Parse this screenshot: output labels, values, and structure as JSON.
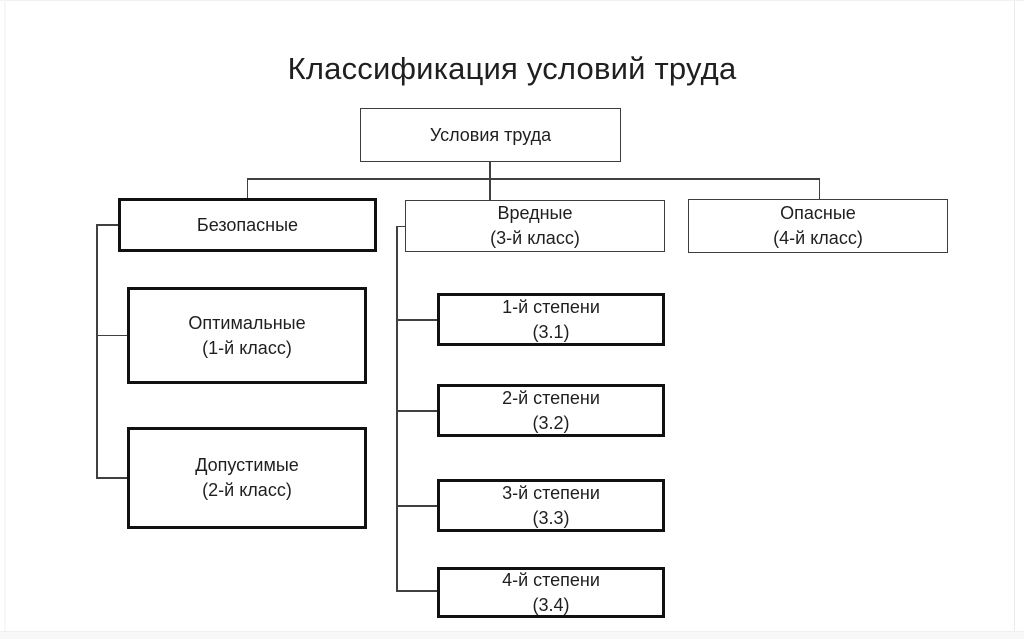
{
  "title": "Классификация условий труда",
  "tree": {
    "root": {
      "label": "Условия труда"
    },
    "branches": [
      {
        "label": "Безопасные",
        "children": [
          {
            "label": "Оптимальные",
            "sublabel": "(1-й класс)"
          },
          {
            "label": "Допустимые",
            "sublabel": "(2-й класс)"
          }
        ]
      },
      {
        "label": "Вредные",
        "sublabel": "(3-й класс)",
        "children": [
          {
            "label": "1-й степени",
            "sublabel": "(3.1)"
          },
          {
            "label": "2-й степени",
            "sublabel": "(3.2)"
          },
          {
            "label": "3-й степени",
            "sublabel": "(3.3)"
          },
          {
            "label": "4-й степени",
            "sublabel": "(3.4)"
          }
        ]
      },
      {
        "label": "Опасные",
        "sublabel": "(4-й класс)",
        "children": []
      }
    ]
  },
  "colors": {
    "background": "#ffffff",
    "text": "#1f1f1f",
    "thick_border": "#111111",
    "thin_border": "#3d3d3d",
    "connector": "#404040"
  }
}
